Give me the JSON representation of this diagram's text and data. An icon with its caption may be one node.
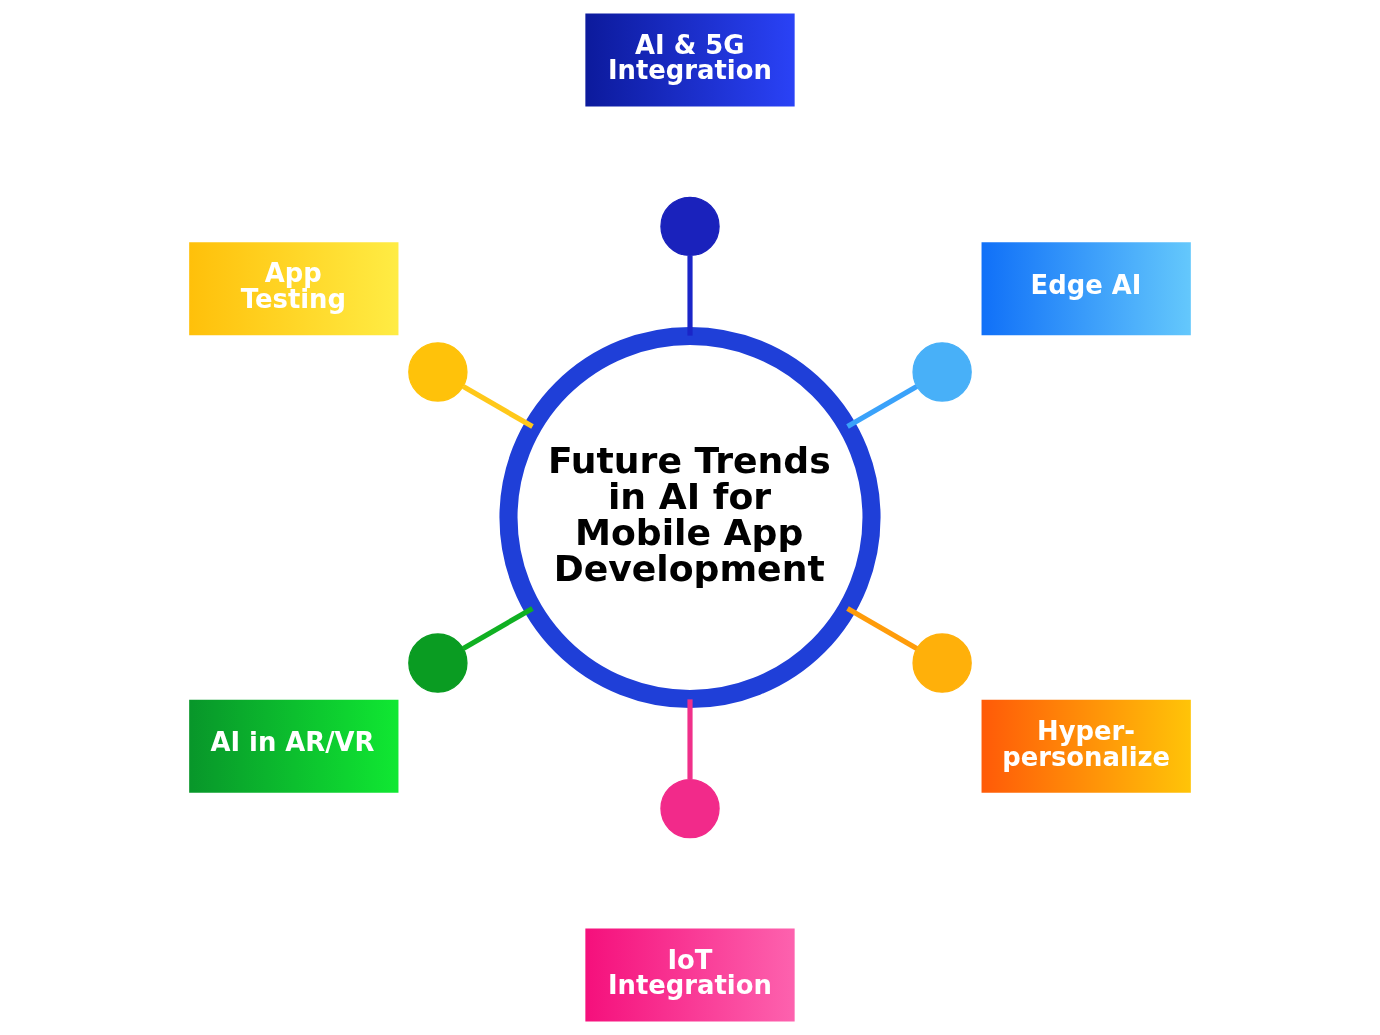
{
  "diagram": {
    "nodes": [
      {
        "text": [
          "Future Trends in AI for Mobile App Development"
        ]
      },
      {
        "text": [
          "AI & 5G Integration"
        ]
      },
      {
        "text": [],
        "shape": "circle"
      },
      {
        "text": [
          "Edge AI"
        ]
      },
      {
        "text": [],
        "shape": "circle"
      },
      {
        "text": [
          "Hyper- personalize"
        ]
      },
      {
        "text": [],
        "shape": "circle"
      },
      {
        "text": [
          "IoT Integration"
        ]
      },
      {
        "text": [],
        "shape": "circle"
      },
      {
        "text": [
          "AI in AR/VR"
        ]
      },
      {
        "text": [],
        "shape": "circle"
      },
      {
        "text": [
          "App Testing"
        ]
      },
      {
        "text": [],
        "shape": "circle"
      }
    ],
    "edges": [
      {
        "from": 0,
        "to": 2,
        "arrow": "none",
        "color": "#1a25c8"
      },
      {
        "from": 0,
        "to": 4,
        "arrow": "none",
        "color": "#3aa2fa"
      },
      {
        "from": 0,
        "to": 6,
        "arrow": "none",
        "color": "#ff9c0a"
      },
      {
        "from": 0,
        "to": 8,
        "arrow": "none",
        "color": "#f0308a"
      },
      {
        "from": 0,
        "to": 10,
        "arrow": "none",
        "color": "#10b022"
      },
      {
        "from": 0,
        "to": 12,
        "arrow": "none",
        "color": "#ffc81a"
      }
    ]
  }
}
